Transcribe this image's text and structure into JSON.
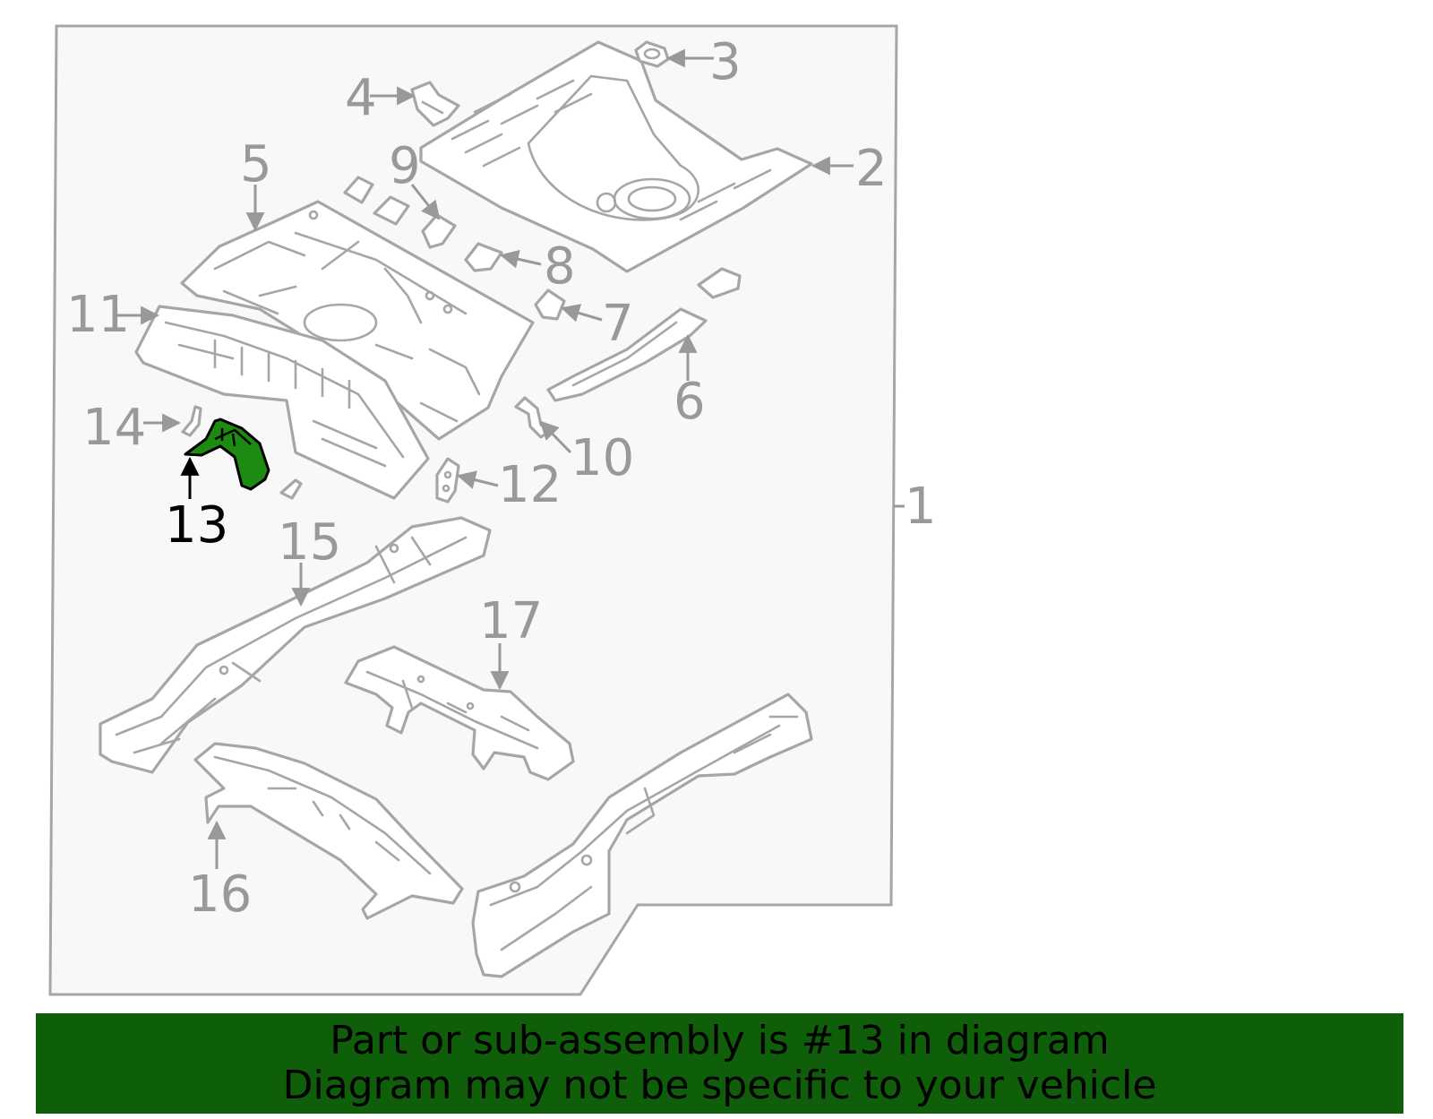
{
  "diagram": {
    "highlight_color": "#1d8a12",
    "banner_color": "#0f5e0a",
    "highlighted_callout": "13",
    "callouts": [
      "1",
      "2",
      "3",
      "4",
      "5",
      "6",
      "7",
      "8",
      "9",
      "10",
      "11",
      "12",
      "13",
      "14",
      "15",
      "16",
      "17"
    ]
  },
  "banner": {
    "line1": "Part or sub-assembly is #13 in diagram",
    "line2": "Diagram may not be specific to your vehicle"
  }
}
